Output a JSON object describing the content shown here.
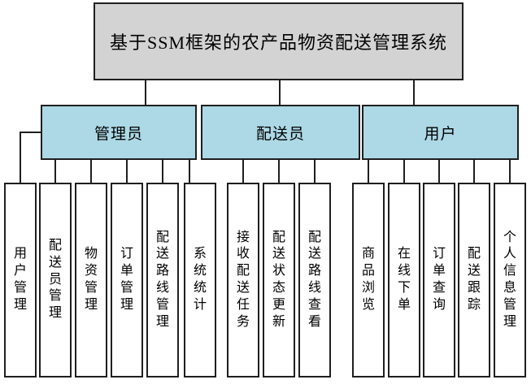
{
  "title": "基于SSM框架的农产品物资配送管理系统",
  "roles": [
    {
      "label": "管理员",
      "children": [
        "用户管理",
        "配送员管理",
        "物资管理",
        "订单管理",
        "配送路线管理",
        "系统统计"
      ]
    },
    {
      "label": "配送员",
      "children": [
        "接收配送任务",
        "配送状态更新",
        "配送路线查看"
      ]
    },
    {
      "label": "用户",
      "children": [
        "商品浏览",
        "在线下单",
        "订单查询",
        "配送跟踪",
        "个人信息管理"
      ]
    }
  ],
  "colors": {
    "root_fill": "#d3d3d3",
    "role_fill": "#add8e6",
    "leaf_fill": "#ffffff",
    "border": "#1f1f1f"
  }
}
